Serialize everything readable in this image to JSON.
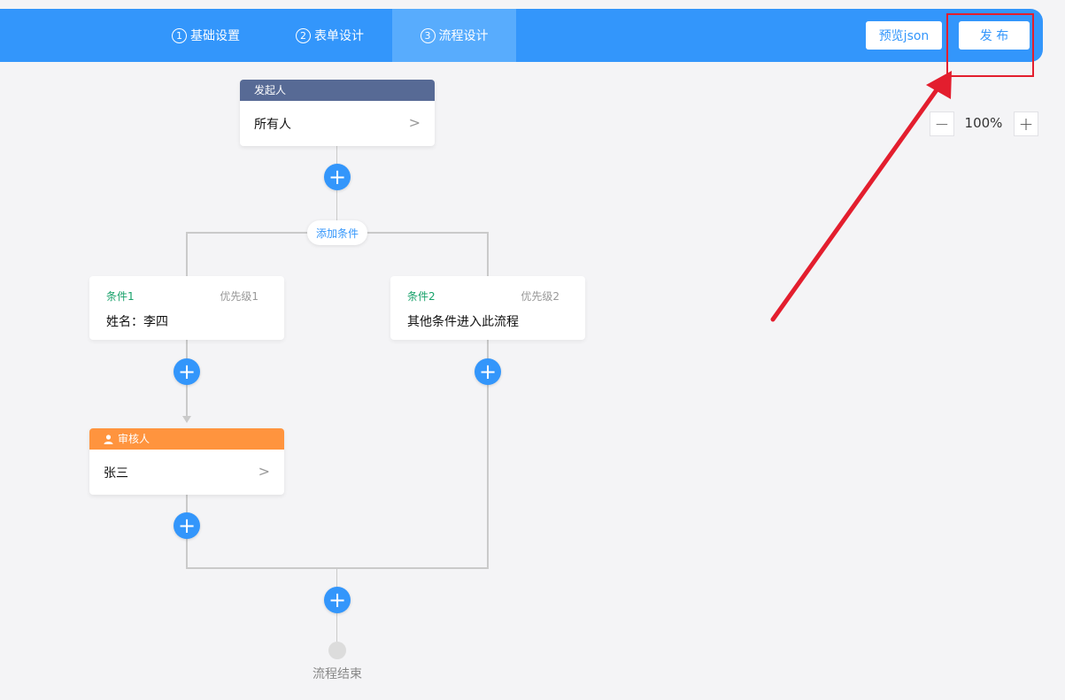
{
  "header": {
    "tabs": [
      {
        "num": "1",
        "label": "基础设置"
      },
      {
        "num": "2",
        "label": "表单设计"
      },
      {
        "num": "3",
        "label": "流程设计"
      }
    ],
    "preview_label": "预览json",
    "publish_label": "发 布"
  },
  "zoom": {
    "minus": "−",
    "value": "100%",
    "plus": "+"
  },
  "flow": {
    "initiator": {
      "title": "发起人",
      "content": "所有人"
    },
    "add_condition_label": "添加条件",
    "conditions": [
      {
        "title": "条件1",
        "priority": "优先级1",
        "content": "姓名：李四"
      },
      {
        "title": "条件2",
        "priority": "优先级2",
        "content": "其他条件进入此流程"
      }
    ],
    "approver": {
      "title": "审核人",
      "content": "张三"
    },
    "end_label": "流程结束"
  },
  "colors": {
    "accent": "#3396fb",
    "initiator_header": "#576a95",
    "approver_header": "#ff943e",
    "condition_title": "#17a16a",
    "annotation": "#e31e2e"
  }
}
